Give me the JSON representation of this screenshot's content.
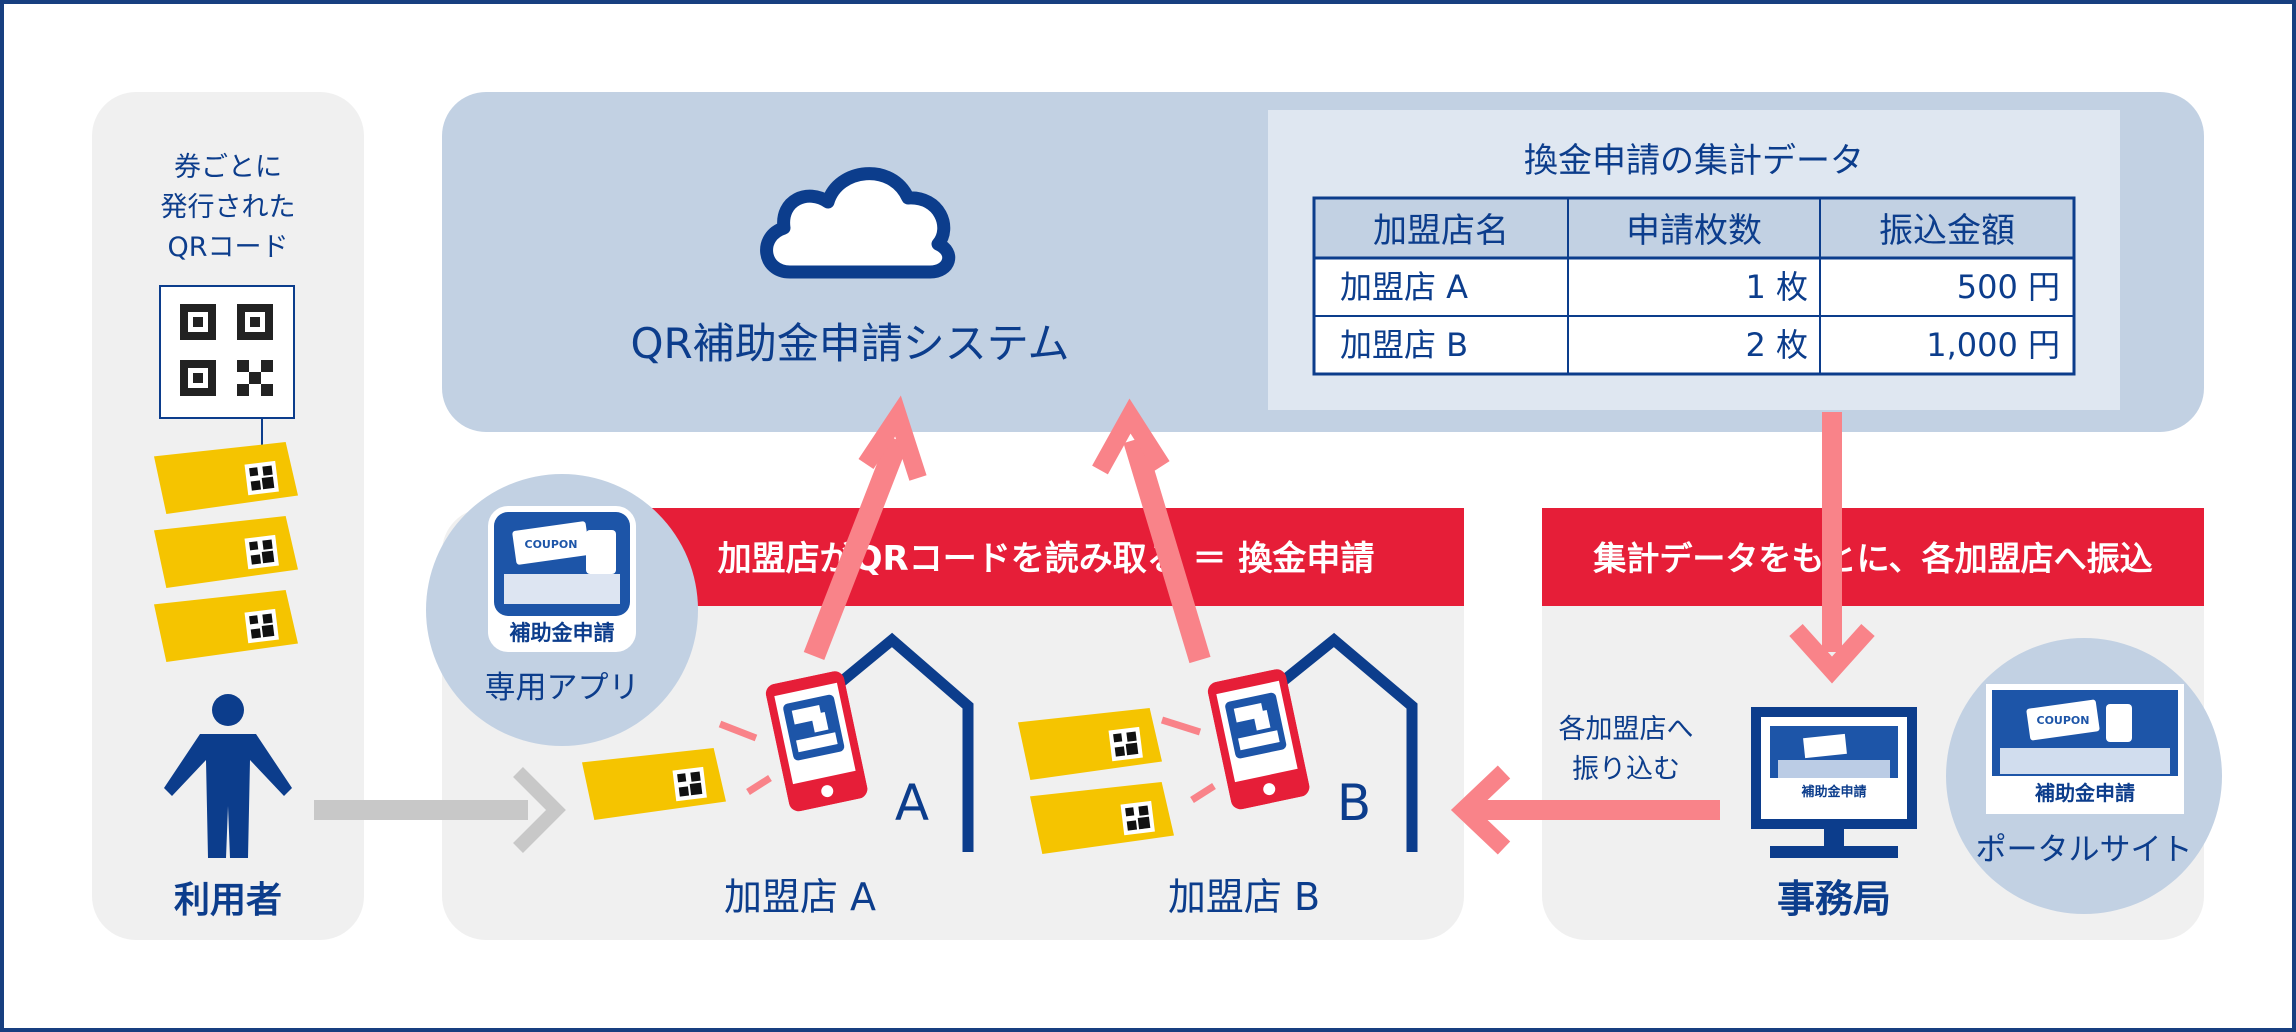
{
  "colors": {
    "navy": "#0c3d8c",
    "panel_gray": "#f0f0f0",
    "cloud_panel": "#c2d1e3",
    "table_panel": "#dfe7f1",
    "red": "#e61e38",
    "pink_arrow": "#f98389",
    "yellow": "#f5c400",
    "gray_arrow": "#c8c8c8",
    "border": "#183f80"
  },
  "user": {
    "qr_caption": [
      "券ごとに",
      "発行された",
      "QRコード"
    ],
    "label": "利用者"
  },
  "system": {
    "title": "QR補助金申請システム"
  },
  "summary_table": {
    "title": "換金申請の集計データ",
    "headers": [
      "加盟店名",
      "申請枚数",
      "振込金額"
    ],
    "rows": [
      [
        "加盟店 A",
        "1 枚",
        "500 円"
      ],
      [
        "加盟店 B",
        "2 枚",
        "1,000 円"
      ]
    ]
  },
  "banners": {
    "read_qr": "加盟店がQRコードを読み取る ＝ 換金申請",
    "transfer": "集計データをもとに、各加盟店へ振込"
  },
  "app": {
    "icon_coupon": "COUPON",
    "icon_text": "補助金申請",
    "label": "専用アプリ"
  },
  "stores": {
    "a_letter": "A",
    "b_letter": "B",
    "a_label": "加盟店 A",
    "b_label": "加盟店 B"
  },
  "office": {
    "transfer_note": [
      "各加盟店へ",
      "振り込む"
    ],
    "monitor_text": "補助金申請",
    "label": "事務局"
  },
  "portal": {
    "coupon": "COUPON",
    "text": "補助金申請",
    "label": "ポータルサイト"
  },
  "icons": [
    "cloud-icon",
    "qr-code-icon",
    "coupon-ticket-icon",
    "person-icon",
    "smartphone-icon",
    "house-icon",
    "monitor-icon",
    "arrow-icon"
  ]
}
